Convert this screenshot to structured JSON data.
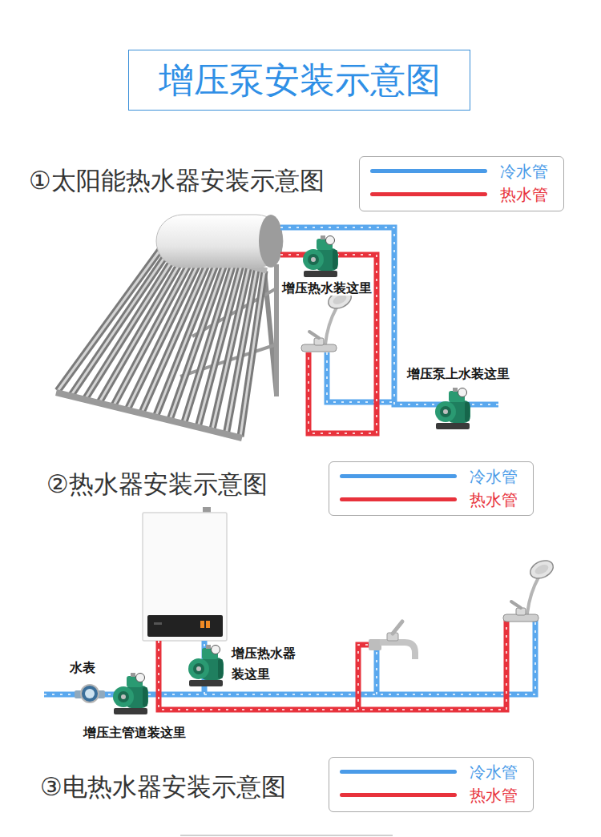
{
  "diagram": {
    "title": "增压泵安装示意图",
    "labels": [
      "①太阳能热水器安装示意图",
      "增压热水装这里",
      "增压泵上水装这里",
      "②热水器安装示意图",
      "水表",
      "增压热水器 装这里",
      "增压主管道装这里",
      "③电热水器安装示意图"
    ],
    "legend": [
      {
        "text": "冷水管",
        "color": "#4a9be8"
      },
      {
        "text": "热水管",
        "color": "#e8323c"
      },
      {
        "text": "冷水管",
        "color": "#4a9be8"
      },
      {
        "text": "热水管",
        "color": "#e8323c"
      },
      {
        "text": "冷水管",
        "color": "#4a9be8"
      },
      {
        "text": "热水管",
        "color": "#e8323c"
      }
    ]
  }
}
